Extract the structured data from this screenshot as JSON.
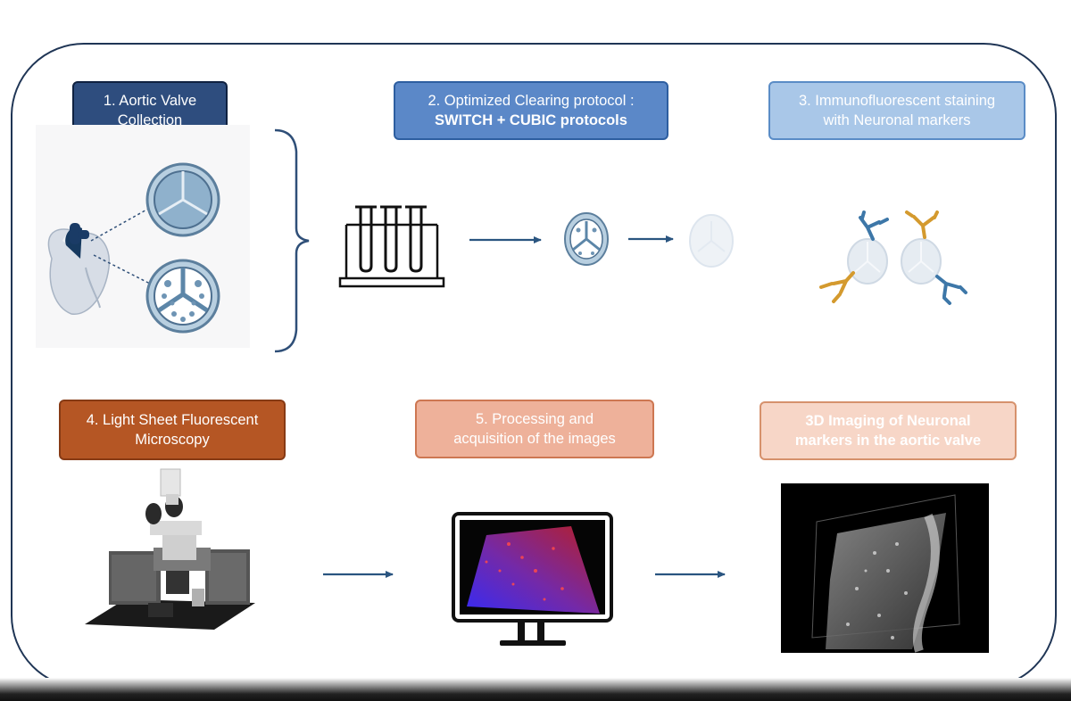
{
  "steps": {
    "s1": {
      "line1": "1. Aortic Valve",
      "line2": "Collection"
    },
    "s2": {
      "line1": "2. Optimized Clearing protocol :",
      "line2": "SWITCH + CUBIC protocols"
    },
    "s3": {
      "line1": "3. Immunofluorescent staining",
      "line2": "with Neuronal markers"
    },
    "s4": {
      "line1": "4. Light Sheet Fluorescent",
      "line2": "Microscopy"
    },
    "s5": {
      "line1": "5. Processing and",
      "line2": "acquisition of the images"
    },
    "s6": {
      "line1": "3D Imaging of Neuronal",
      "line2": "markers in the aortic valve"
    }
  },
  "colors": {
    "frame": "#1f3555",
    "arrow": "#2a5580",
    "step1": "#2e4d7e",
    "step2": "#5b88c8",
    "step3": "#a9c7e8",
    "step4": "#b55624",
    "step5": "#eeb19a",
    "step6": "#f7d6c7",
    "antibody_blue": "#3d77a8",
    "antibody_orange": "#d49a2e"
  }
}
